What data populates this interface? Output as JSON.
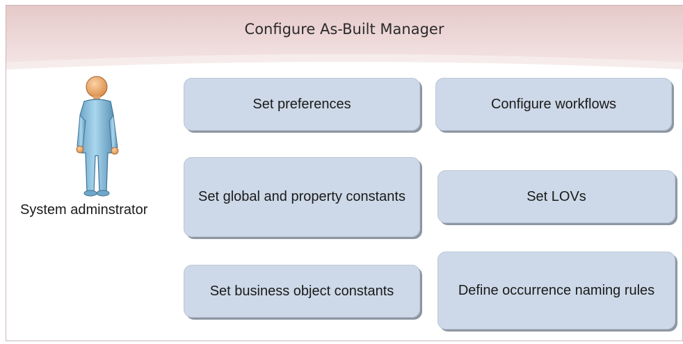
{
  "header": {
    "title": "Configure As-Built Manager"
  },
  "actor": {
    "label": "System adminstrator",
    "icon": "person-icon"
  },
  "tasks": [
    {
      "label": "Set preferences"
    },
    {
      "label": "Configure workflows"
    },
    {
      "label": "Set global and property constants"
    },
    {
      "label": "Set LOVs"
    },
    {
      "label": "Set business object constants"
    },
    {
      "label": "Define occurrence naming rules"
    }
  ],
  "colors": {
    "banner": "#ecd3d3",
    "box_fill": "#cdd9e8",
    "box_shadow": "#8d97a3",
    "actor_body": "#8fc3e0",
    "actor_head": "#f0b27a"
  }
}
